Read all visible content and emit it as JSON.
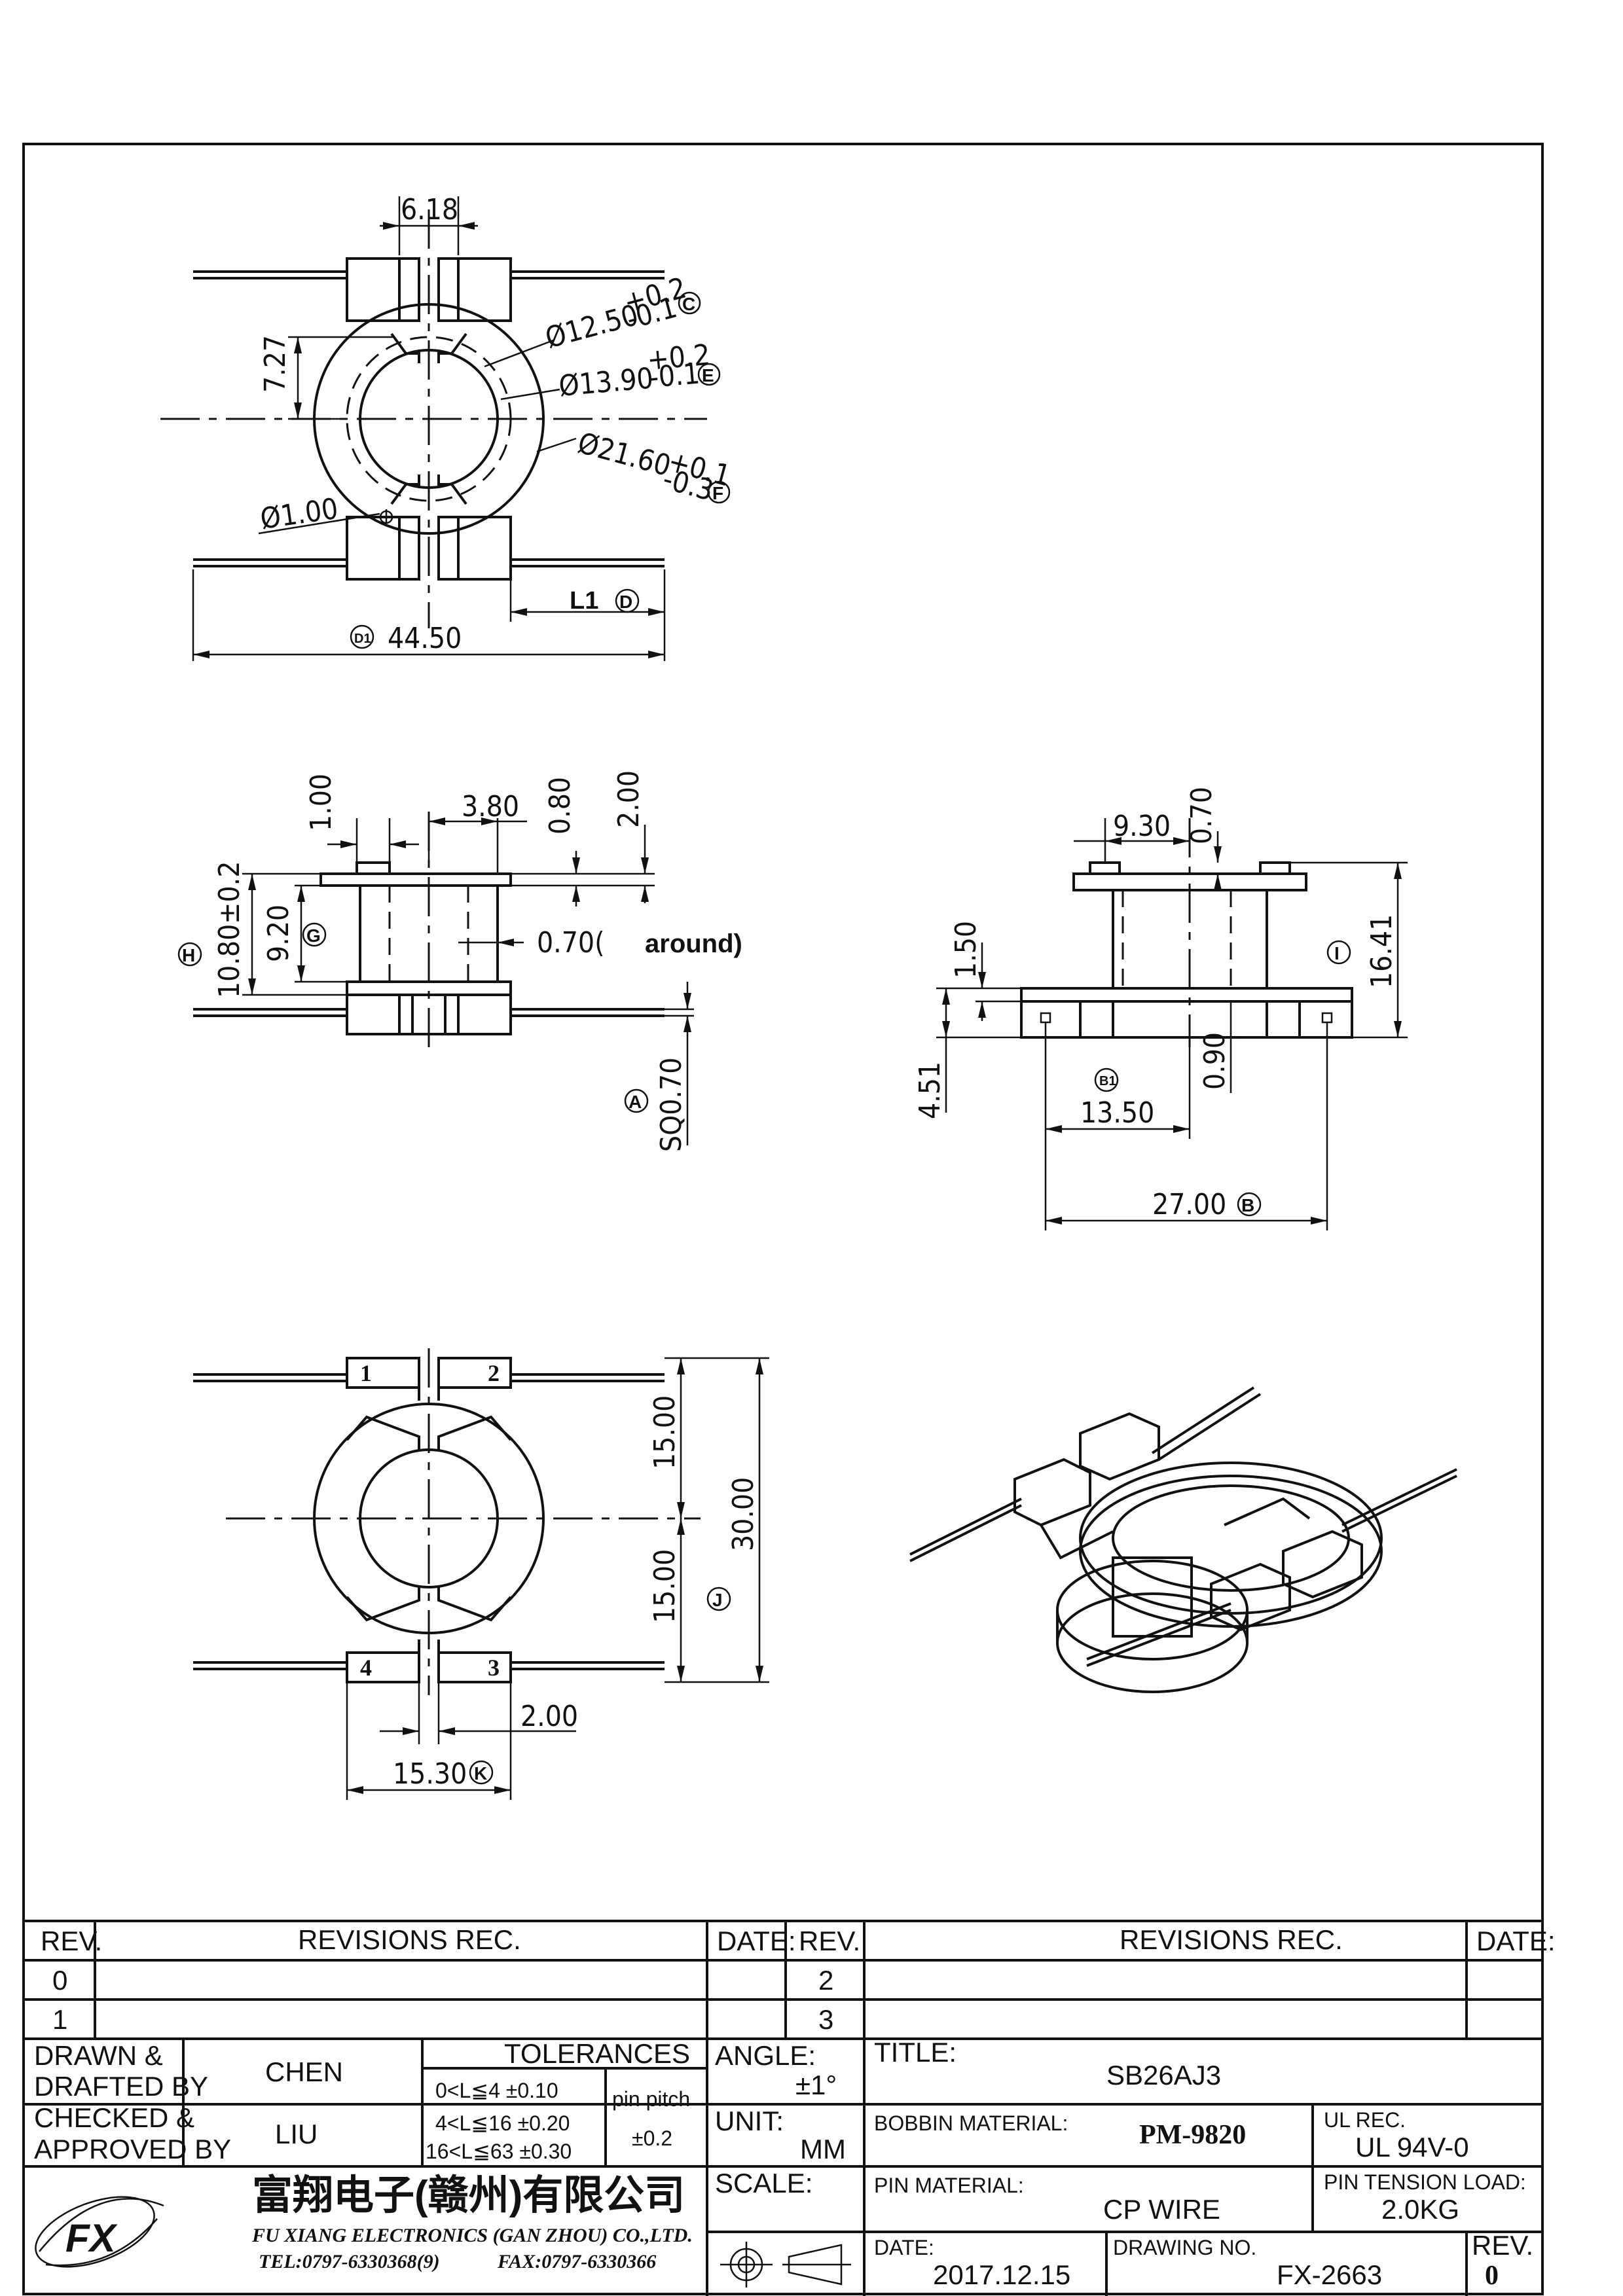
{
  "dimensions": {
    "top": {
      "d618": "6.18",
      "d727": "7.27",
      "d1250": "Ø12.50",
      "d1250_tol_plus": "+0.2",
      "d1250_tol_minus": "-0.1",
      "d1250_ref": "C",
      "d1390": "Ø13.90",
      "d1390_tol_plus": "+0.2",
      "d1390_tol_minus": "-0.1",
      "d1390_ref": "E",
      "d2160": "Ø21.60",
      "d2160_tol_plus": "+0.1",
      "d2160_tol_minus": "-0.3",
      "d2160_ref": "F",
      "d100": "Ø1.00",
      "l1": "L1",
      "l1_ref": "D",
      "d4450": "44.50",
      "d4450_ref": "D1"
    },
    "side": {
      "d100": "1.00",
      "d380": "3.80",
      "d080": "0.80",
      "d200": "2.00",
      "d920": "9.20",
      "d920_ref": "G",
      "d1080": "10.80±0.2",
      "d1080_ref": "H",
      "d070_prefix": "0.70(",
      "d070_bold": "around)",
      "sq070": "SQ0.70",
      "sq_ref": "A"
    },
    "front": {
      "d930": "9.30",
      "d070": "0.70",
      "d150": "1.50",
      "d1641": "16.41",
      "d1641_ref": "I",
      "d451": "4.51",
      "d090": "0.90",
      "d1350": "13.50",
      "d1350_ref": "B1",
      "d2700": "27.00",
      "d2700_ref": "B"
    },
    "bottom": {
      "pin1": "1",
      "pin2": "2",
      "pin3": "3",
      "pin4": "4",
      "d1500a": "15.00",
      "d1500b": "15.00",
      "d3000": "30.00",
      "d3000_ref": "J",
      "d200": "2.00",
      "d1530": "15.30",
      "d1530_ref": "K"
    }
  },
  "title_block": {
    "rev_header": "REV.",
    "revisions_header": "REVISIONS   REC.",
    "date_header": "DATE:",
    "rev_rows_left": [
      "0",
      "1"
    ],
    "rev_rows_right": [
      "2",
      "3"
    ],
    "drawn_label_1": "DRAWN &",
    "drawn_label_2": "DRAFTED BY",
    "drawn_value": "CHEN",
    "checked_label_1": "CHECKED &",
    "checked_label_2": "APPROVED BY",
    "checked_value": "LIU",
    "tolerances_header": "TOLERANCES",
    "tol_rows": [
      "0<L≦4   ±0.10",
      "4<L≦16  ±0.20",
      "16<L≦63  ±0.30"
    ],
    "pin_pitch_label": "pin pitch",
    "pin_pitch_value": "±0.2",
    "angle_label": "ANGLE:",
    "angle_value": "±1°",
    "unit_label": "UNIT:",
    "unit_value": "MM",
    "scale_label": "SCALE:",
    "title_label": "TITLE:",
    "title_value": "SB26AJ3",
    "bobbin_label": "BOBBIN MATERIAL:",
    "bobbin_value": "PM-9820",
    "ul_label": "UL REC.",
    "ul_value": "UL 94V-0",
    "pin_material_label": "PIN MATERIAL:",
    "pin_material_value": "CP WIRE",
    "pin_tension_label": "PIN TENSION LOAD:",
    "pin_tension_value": "2.0KG",
    "date_label": "DATE:",
    "date_value": "2017.12.15",
    "drawing_no_label": "DRAWING NO.",
    "drawing_no_value": "FX-2663",
    "rev_label": "REV.",
    "rev_value": "0",
    "company_cn": "富翔电子(赣州)有限公司",
    "company_en": "FU XIANG ELECTRONICS (GAN ZHOU) CO.,LTD.",
    "tel": "TEL:0797-6330368(9)",
    "fax": "FAX:0797-6330366",
    "logo_text": "FX"
  }
}
